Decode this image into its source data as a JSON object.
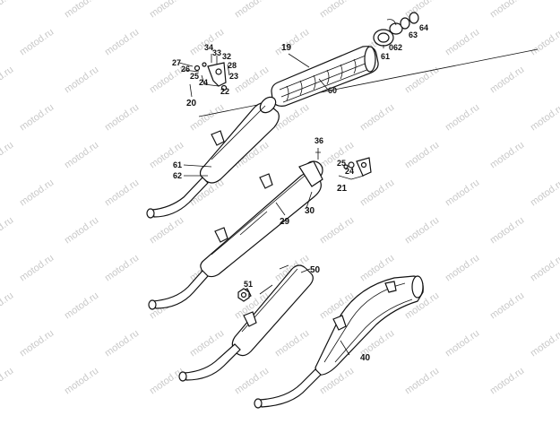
{
  "watermark": {
    "text": "motod.ru",
    "color": "#c9c9c9"
  },
  "callouts": [
    {
      "id": "19",
      "text": "19"
    },
    {
      "id": "60",
      "text": "60"
    },
    {
      "id": "61a",
      "text": "61"
    },
    {
      "id": "062",
      "text": "062"
    },
    {
      "id": "63",
      "text": "63"
    },
    {
      "id": "64",
      "text": "64"
    },
    {
      "id": "34",
      "text": "34"
    },
    {
      "id": "33",
      "text": "33"
    },
    {
      "id": "32",
      "text": "32"
    },
    {
      "id": "27",
      "text": "27"
    },
    {
      "id": "26",
      "text": "26"
    },
    {
      "id": "28",
      "text": "28"
    },
    {
      "id": "25a",
      "text": "25"
    },
    {
      "id": "24a",
      "text": "24"
    },
    {
      "id": "23",
      "text": "23"
    },
    {
      "id": "22",
      "text": "22"
    },
    {
      "id": "20",
      "text": "20"
    },
    {
      "id": "36",
      "text": "36"
    },
    {
      "id": "25b",
      "text": "25"
    },
    {
      "id": "24b",
      "text": "24"
    },
    {
      "id": "21",
      "text": "21"
    },
    {
      "id": "61b",
      "text": "61"
    },
    {
      "id": "62",
      "text": "62"
    },
    {
      "id": "29",
      "text": "29"
    },
    {
      "id": "30",
      "text": "30"
    },
    {
      "id": "50",
      "text": "50"
    },
    {
      "id": "51",
      "text": "51"
    },
    {
      "id": "40",
      "text": "40"
    }
  ]
}
